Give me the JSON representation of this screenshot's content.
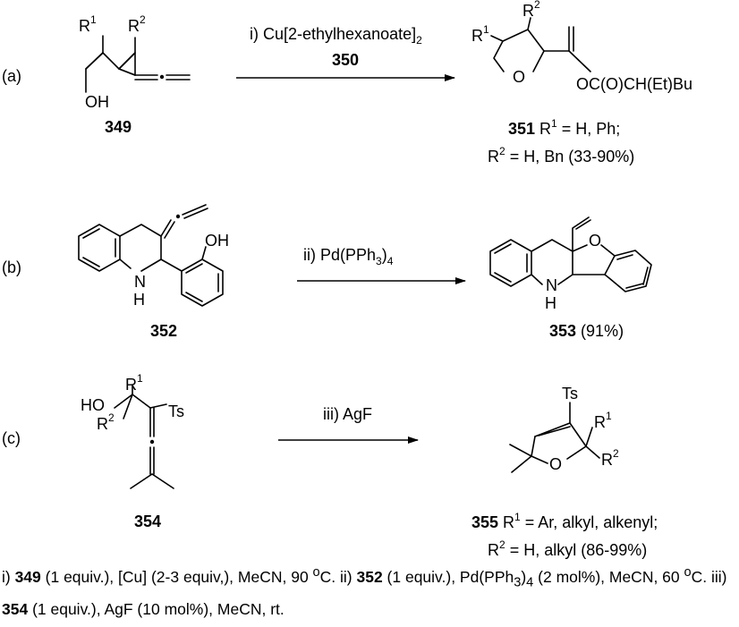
{
  "rows": {
    "a": {
      "label": "(a)",
      "reagent": "i) Cu[2-ethylhexanoate]",
      "reagent_sub": "2",
      "reagent_cmp": "350",
      "sm_num": "349",
      "product_num": "351",
      "product_line1_rest": " R",
      "product_line1_sup": "1",
      "product_line1_tail": " = H, Ph;",
      "product_line2_head": "R",
      "product_line2_sup": "2",
      "product_line2_tail": " = H, Bn (33-90%)",
      "sm_atoms": {
        "r1": "R",
        "r1_sup": "1",
        "r2": "R",
        "r2_sup": "2",
        "oh": "OH"
      },
      "product_atoms": {
        "r1": "R",
        "r1_sup": "1",
        "r2": "R",
        "r2_sup": "2",
        "o": "O",
        "ester": "OC(O)CH(Et)Bu"
      }
    },
    "b": {
      "label": "(b)",
      "reagent": "ii) Pd(PPh",
      "reagent_sub": "3",
      "reagent_tail": ")",
      "reagent_sub2": "4",
      "sm_num": "352",
      "product_num": "353",
      "product_yield": " (91%)",
      "sm_atoms": {
        "n": "N",
        "h": "H",
        "oh": "OH"
      },
      "product_atoms": {
        "n": "N",
        "h": "H",
        "o": "O"
      }
    },
    "c": {
      "label": "(c)",
      "reagent": "iii) AgF",
      "sm_num": "354",
      "product_num": "355",
      "product_line1_rest": " R",
      "product_line1_sup": "1",
      "product_line1_tail": " = Ar, alkyl, alkenyl;",
      "product_line2_head": "R",
      "product_line2_sup": "2",
      "product_line2_tail": " = H, alkyl (86-99%)",
      "sm_atoms": {
        "ho": "HO",
        "r1": "R",
        "r1_sup": "1",
        "r2": "R",
        "r2_sup": "2",
        "ts": "Ts"
      },
      "product_atoms": {
        "ts": "Ts",
        "r1": "R",
        "r1_sup": "1",
        "r2": "R",
        "r2_sup": "2",
        "o": "O"
      }
    }
  },
  "footnote": {
    "p1": "i) ",
    "c1": "349",
    "p2": " (1 equiv.), [Cu] (2-3 equiv,), MeCN, 90 ",
    "deg1": "o",
    "p3": "C. ii) ",
    "c2": "352",
    "p4": " (1 equiv.), Pd(PPh",
    "sub1": "3",
    "p5": ")",
    "sub2": "4",
    "p6": " (2 mol%), MeCN, 60 ",
    "deg2": "o",
    "p7": "C. iii) ",
    "c3": "354",
    "p8": " (1 equiv.), AgF (10 mol%), MeCN, rt."
  }
}
